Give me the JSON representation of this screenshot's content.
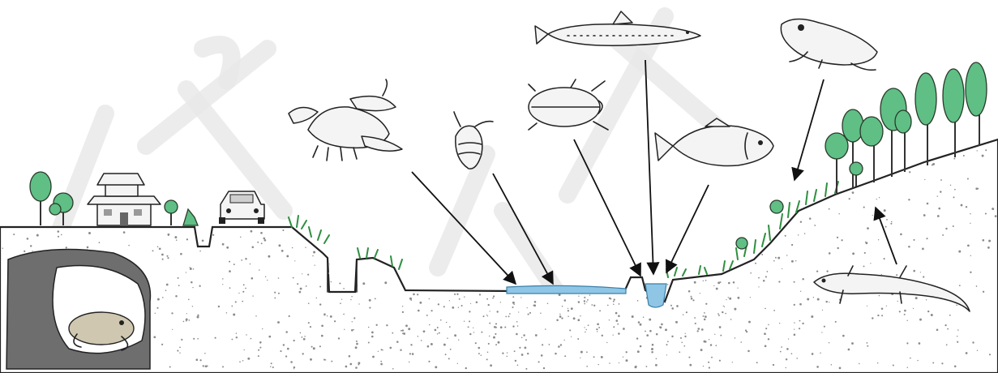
{
  "scene": {
    "background_color": "#ffffff",
    "tree_color": "#5fbf85",
    "water_color": "#8fc6e6",
    "grass_color": "#2f8f3f",
    "ink_color": "#222222",
    "elements": [
      "house-illustration",
      "car-illustration",
      "crayfish-illustration",
      "aquatic-larva-illustration",
      "diving-beetle-illustration",
      "loach-illustration",
      "crucian-carp-illustration",
      "frog-illustration",
      "salamander-illustration",
      "toad-in-burrow-illustration"
    ]
  }
}
